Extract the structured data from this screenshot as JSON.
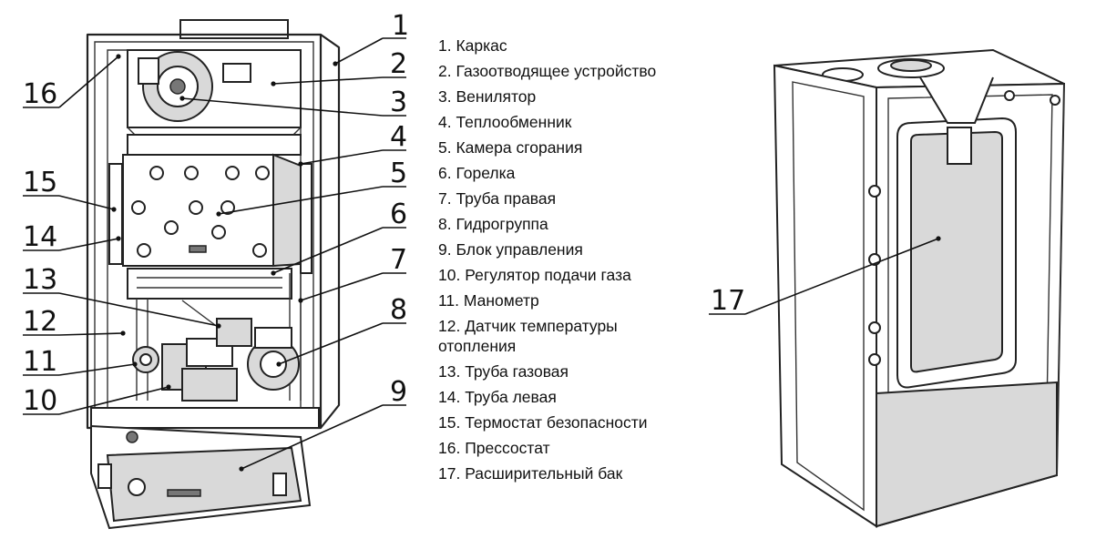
{
  "callout_numbers": [
    "1",
    "2",
    "3",
    "4",
    "5",
    "6",
    "7",
    "8",
    "9",
    "10",
    "11",
    "12",
    "13",
    "14",
    "15",
    "16",
    "17"
  ],
  "legend": [
    "1. Каркас",
    "2. Газоотводящее устройство",
    "3. Венилятор",
    "4. Теплообменник",
    "5. Камера сгорания",
    "6. Горелка",
    "7. Труба правая",
    "8. Гидрогруппа",
    "9. Блок управления",
    "10. Регулятор подачи газа",
    "11. Манометр",
    "12. Датчик температуры отопления",
    "13. Труба газовая",
    "14. Труба левая",
    "15. Термостат безопасности",
    "16. Прессостат",
    "17. Расширительный бак"
  ]
}
